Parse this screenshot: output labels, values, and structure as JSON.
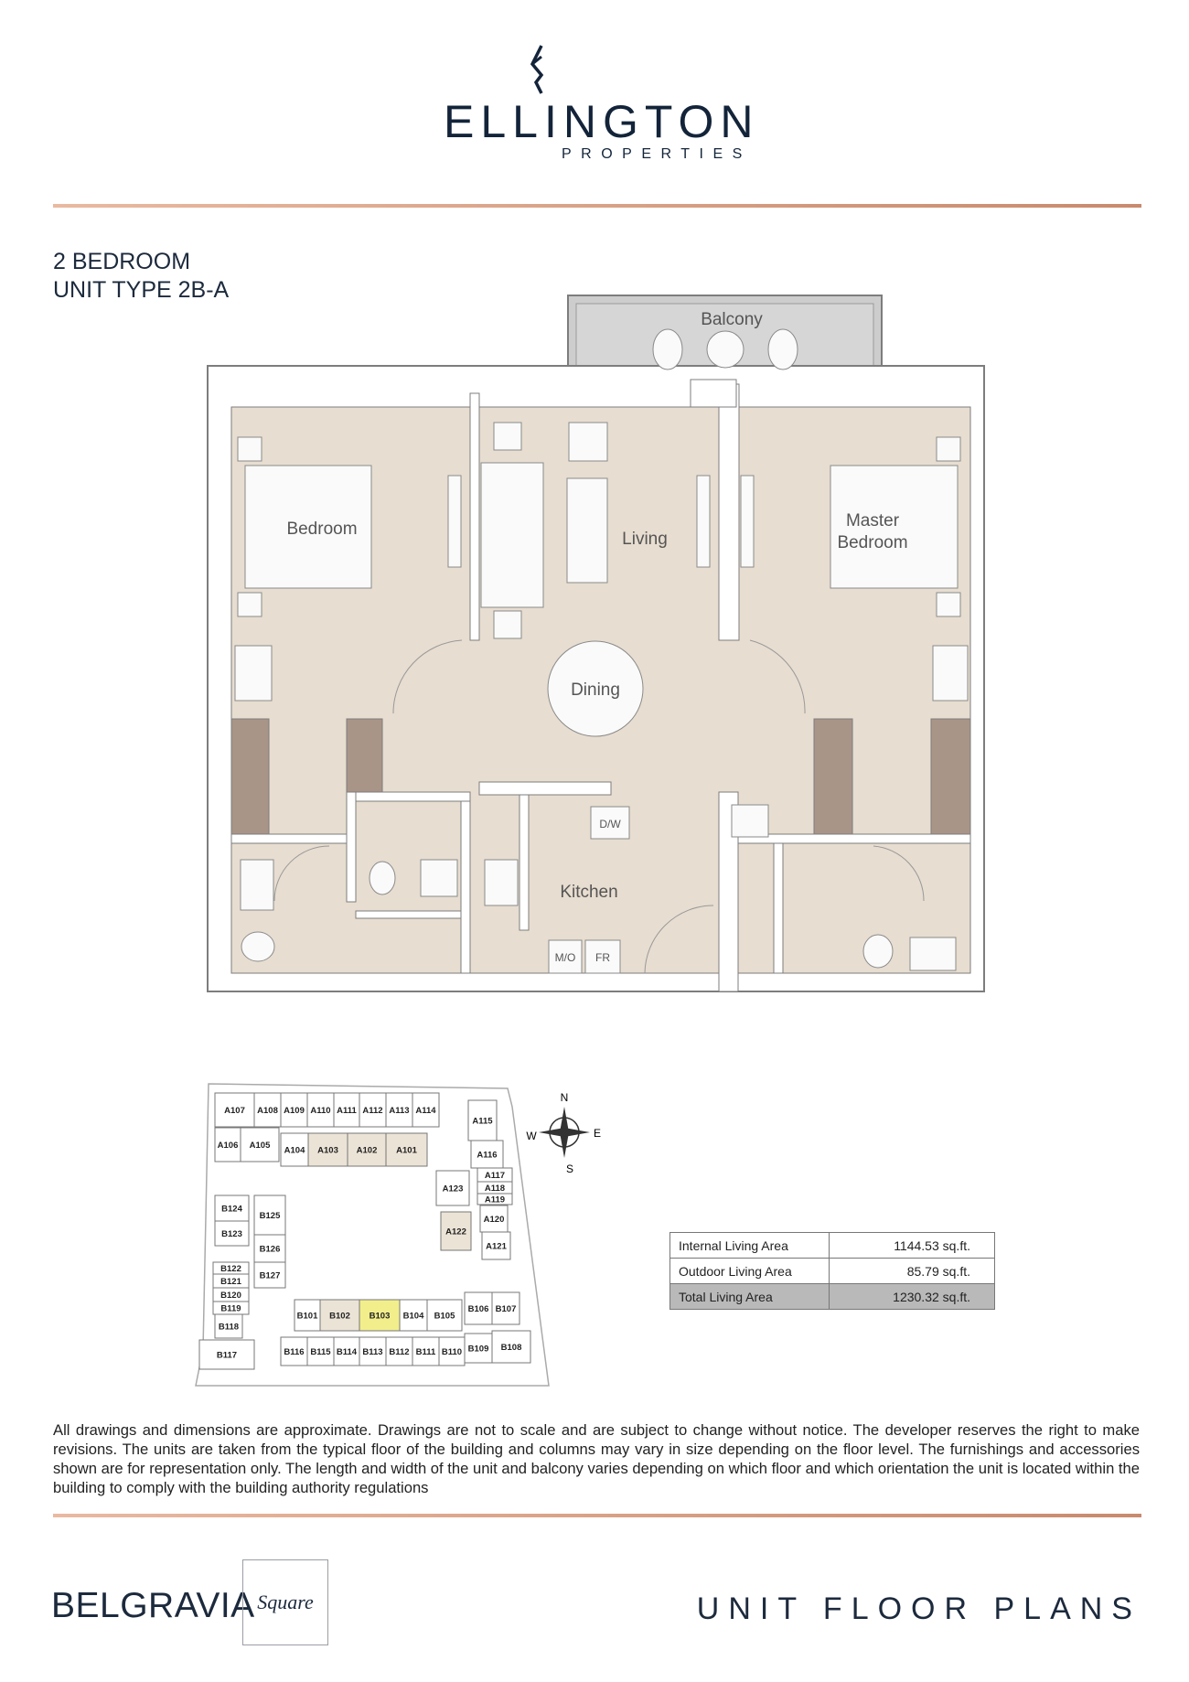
{
  "header": {
    "brand_name": "ELLINGTON",
    "brand_sub": "PROPERTIES",
    "logo_icon": "ellington-diamond-mark"
  },
  "unit": {
    "bedrooms": "2 BEDROOM",
    "type": "UNIT TYPE 2B-A"
  },
  "floor_plan": {
    "balcony": "Balcony",
    "bedroom": "Bedroom",
    "living": "Living",
    "master_line1": "Master",
    "master_line2": "Bedroom",
    "dining": "Dining",
    "kitchen": "Kitchen",
    "dishwasher": "D/W",
    "microwave": "M/O",
    "fridge": "FR",
    "colors": {
      "floor": "#e7ddd0",
      "wardrobe": "#a99488",
      "balcony": "#cdcdcd",
      "wall_outline": "#7d7d7d"
    }
  },
  "site_plan": {
    "compass": {
      "n": "N",
      "e": "E",
      "s": "S",
      "w": "W"
    },
    "selected_unit": "B103",
    "similar_units": [
      "A101",
      "A102",
      "A103",
      "A122",
      "B102"
    ],
    "units": [
      "A107",
      "A108",
      "A109",
      "A110",
      "A111",
      "A112",
      "A113",
      "A114",
      "A106",
      "A105",
      "A104",
      "A103",
      "A102",
      "A101",
      "A115",
      "A116",
      "A117",
      "A118",
      "A119",
      "A123",
      "A122",
      "A120",
      "A121",
      "B124",
      "B123",
      "B125",
      "B126",
      "B127",
      "B122",
      "B121",
      "B120",
      "B119",
      "B118",
      "B117",
      "B101",
      "B102",
      "B103",
      "B104",
      "B105",
      "B106",
      "B107",
      "B116",
      "B115",
      "B114",
      "B113",
      "B112",
      "B111",
      "B110",
      "B109",
      "B108"
    ],
    "colors": {
      "selected": "#f2ee8c",
      "similar": "#ebe3d6"
    }
  },
  "areas": {
    "rows": [
      {
        "label": "Internal Living Area",
        "value": "1144.53 sq.ft."
      },
      {
        "label": "Outdoor Living Area",
        "value": "85.79 sq.ft."
      },
      {
        "label": "Total Living Area",
        "value": "1230.32 sq.ft."
      }
    ]
  },
  "disclaimer": "All drawings and dimensions are approximate. Drawings are not to scale and are subject to change without notice. The developer reserves the right to make revisions. The units are taken from the typical floor of the building and columns may vary in size depending on the floor level. The furnishings and accessories shown are for representation only. The length and width of the unit and balcony varies depending on which floor and which orientation the unit is located within the building to comply with the building authority regulations",
  "footer": {
    "project_name": "BELGRAVIA",
    "project_suffix": "Square",
    "section_title": "UNIT FLOOR PLANS"
  },
  "accent_color": "#d19a7e"
}
